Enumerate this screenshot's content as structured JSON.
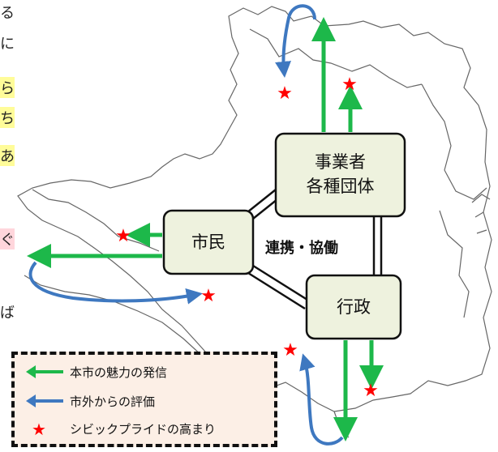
{
  "boxes": {
    "business": {
      "line1": "事業者",
      "line2": "各種団体"
    },
    "citizens": {
      "label": "市民"
    },
    "government": {
      "label": "行政"
    }
  },
  "center_label": "連携・協働",
  "legend": {
    "items": [
      {
        "label": "本市の魅力の発信",
        "symbol": "green-arrow-icon",
        "color": "#1db84a"
      },
      {
        "label": "市外からの評価",
        "symbol": "blue-arrow-icon",
        "color": "#3e78c0"
      },
      {
        "label": "シビックプライドの高まり",
        "symbol": "red-star-icon",
        "color": "#ff0000"
      }
    ]
  },
  "edge_text": [
    "る",
    "に",
    "ら",
    "ち",
    "あ",
    "ぐ",
    "ば"
  ],
  "colors": {
    "box_fill": "#eef2de",
    "green": "#1db84a",
    "blue": "#3e78c0",
    "star": "#ff0000",
    "legend_bg": "#fcefe6"
  }
}
